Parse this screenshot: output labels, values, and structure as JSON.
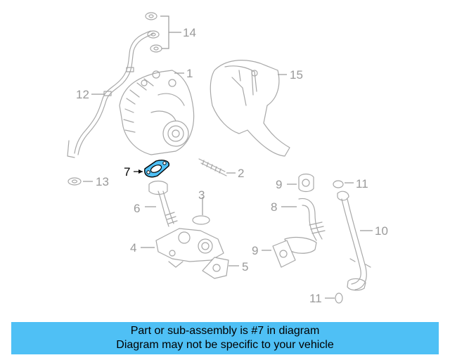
{
  "diagram": {
    "callouts": [
      {
        "id": "1",
        "label": "1"
      },
      {
        "id": "2",
        "label": "2"
      },
      {
        "id": "3",
        "label": "3"
      },
      {
        "id": "4",
        "label": "4"
      },
      {
        "id": "5",
        "label": "5"
      },
      {
        "id": "6",
        "label": "6"
      },
      {
        "id": "7",
        "label": "7"
      },
      {
        "id": "8",
        "label": "8"
      },
      {
        "id": "9a",
        "label": "9"
      },
      {
        "id": "9b",
        "label": "9"
      },
      {
        "id": "10",
        "label": "10"
      },
      {
        "id": "11a",
        "label": "11"
      },
      {
        "id": "11b",
        "label": "11"
      },
      {
        "id": "12",
        "label": "12"
      },
      {
        "id": "13",
        "label": "13"
      },
      {
        "id": "14",
        "label": "14"
      },
      {
        "id": "15",
        "label": "15"
      }
    ],
    "highlighted_part": "7",
    "highlight_color": "#4fc0f5",
    "line_color": "#a8a8a8"
  },
  "banner": {
    "line1": "Part or sub-assembly is #7 in diagram",
    "line2": "Diagram may not be specific to your vehicle",
    "background": "#4fc0f5"
  }
}
